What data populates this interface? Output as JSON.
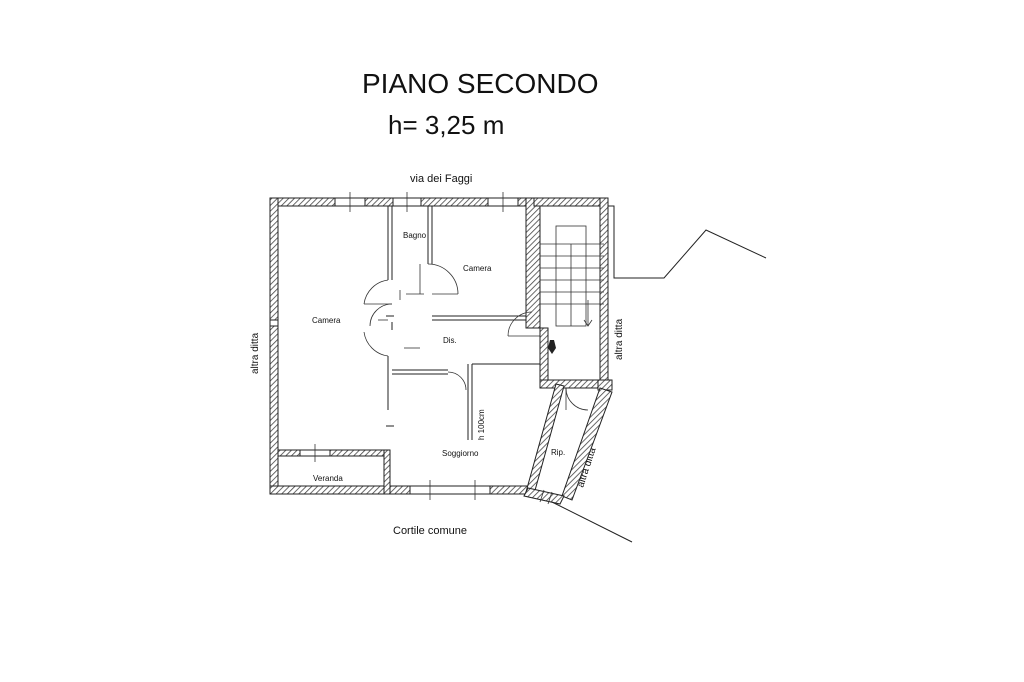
{
  "title": "PIANO SECONDO",
  "height_label": "h= 3,25 m",
  "labels": {
    "north_street": "via dei Faggi",
    "south_courtyard": "Cortile comune",
    "west_neighbor": "altra ditta",
    "east_neighbor_upper": "altra ditta",
    "east_neighbor_lower": "altra ditta"
  },
  "rooms": {
    "bagno": "Bagno",
    "camera_right": "Camera",
    "camera_left": "Camera",
    "disimpegno": "Dis.",
    "soggiorno": "Soggiorno",
    "veranda": "Veranda",
    "ripostiglio": "Rip."
  },
  "annotations": {
    "partition_height": "h 100cm"
  },
  "colors": {
    "lines": "#222222",
    "background": "#ffffff"
  }
}
